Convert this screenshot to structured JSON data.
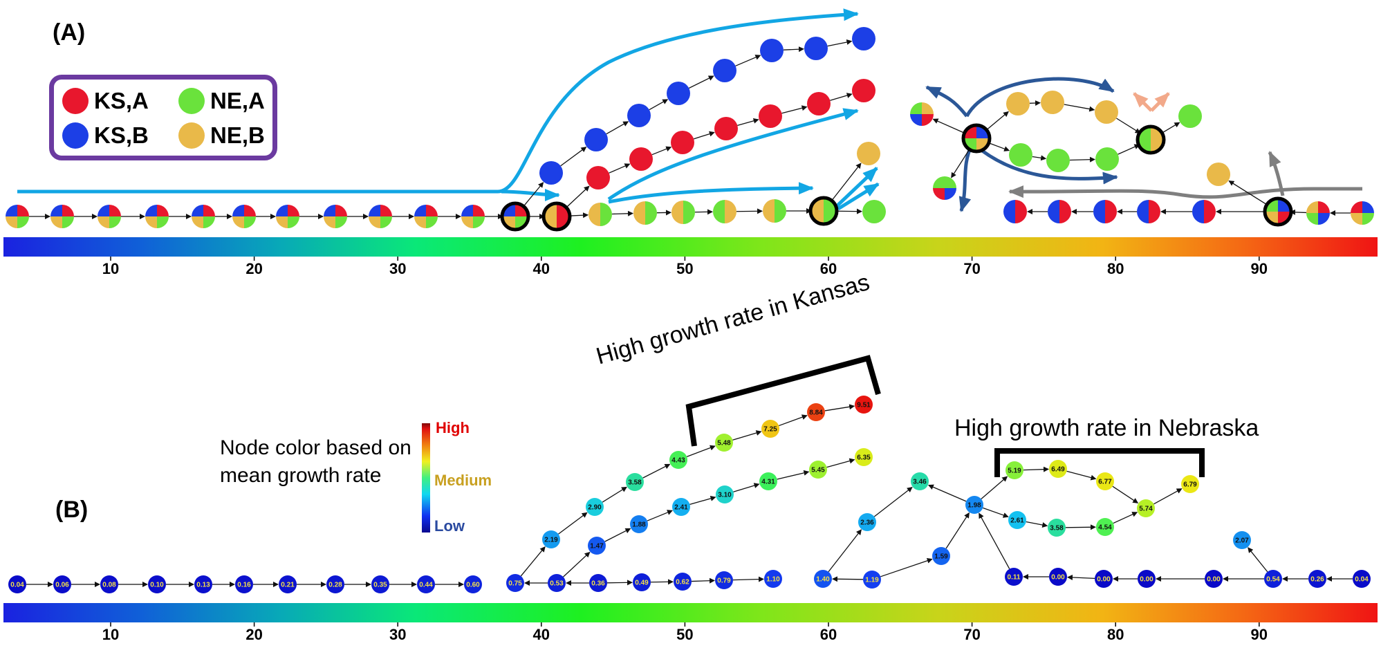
{
  "panel_a": {
    "label": "(A)",
    "legend": [
      {
        "label": "KS,A",
        "color": "#e8172d"
      },
      {
        "label": "NE,A",
        "color": "#6ae23c"
      },
      {
        "label": "KS,B",
        "color": "#1c3fe6"
      },
      {
        "label": "NE,B",
        "color": "#e9b949"
      }
    ],
    "colorbar_ticks": [
      "10",
      "20",
      "30",
      "40",
      "50",
      "60",
      "70",
      "80",
      "90"
    ]
  },
  "panel_b": {
    "label": "(B)",
    "note": "Node color based on mean growth rate",
    "color_key": {
      "high": "High",
      "medium": "Medium",
      "low": "Low"
    },
    "annotation_kansas": "High growth rate in Kansas",
    "annotation_nebraska": "High growth rate in Nebraska",
    "node_values": {
      "trunk": [
        "0.04",
        "0.06",
        "0.08",
        "0.10",
        "0.13",
        "0.16",
        "0.21",
        "0.28",
        "0.35",
        "0.44",
        "0.60",
        "0.75",
        "0.53"
      ],
      "kansas_top": [
        "2.19",
        "2.90",
        "3.58",
        "4.43",
        "5.48",
        "7.25",
        "8.84",
        "9.51"
      ],
      "kansas_mid": [
        "1.47",
        "1.88",
        "2.41",
        "3.10",
        "4.31",
        "5.45",
        "6.35"
      ],
      "lower_chain": [
        "0.36",
        "0.49",
        "0.62",
        "0.79",
        "1.10",
        "1.40",
        "1.19"
      ],
      "nebraska_rise": [
        "2.36",
        "3.46",
        "1.59",
        "1.98"
      ],
      "nebraska_top": [
        "5.19",
        "6.49",
        "6.77",
        "5.74",
        "6.79"
      ],
      "nebraska_bottom": [
        "2.61",
        "3.58",
        "4.54"
      ],
      "right_chain": [
        "0.11",
        "0.00",
        "0.00",
        "0.00",
        "0.00",
        "0.54",
        "0.26",
        "0.04"
      ],
      "side": [
        "2.07"
      ]
    },
    "colorbar_ticks": [
      "10",
      "20",
      "30",
      "40",
      "50",
      "60",
      "70",
      "80",
      "90"
    ]
  }
}
